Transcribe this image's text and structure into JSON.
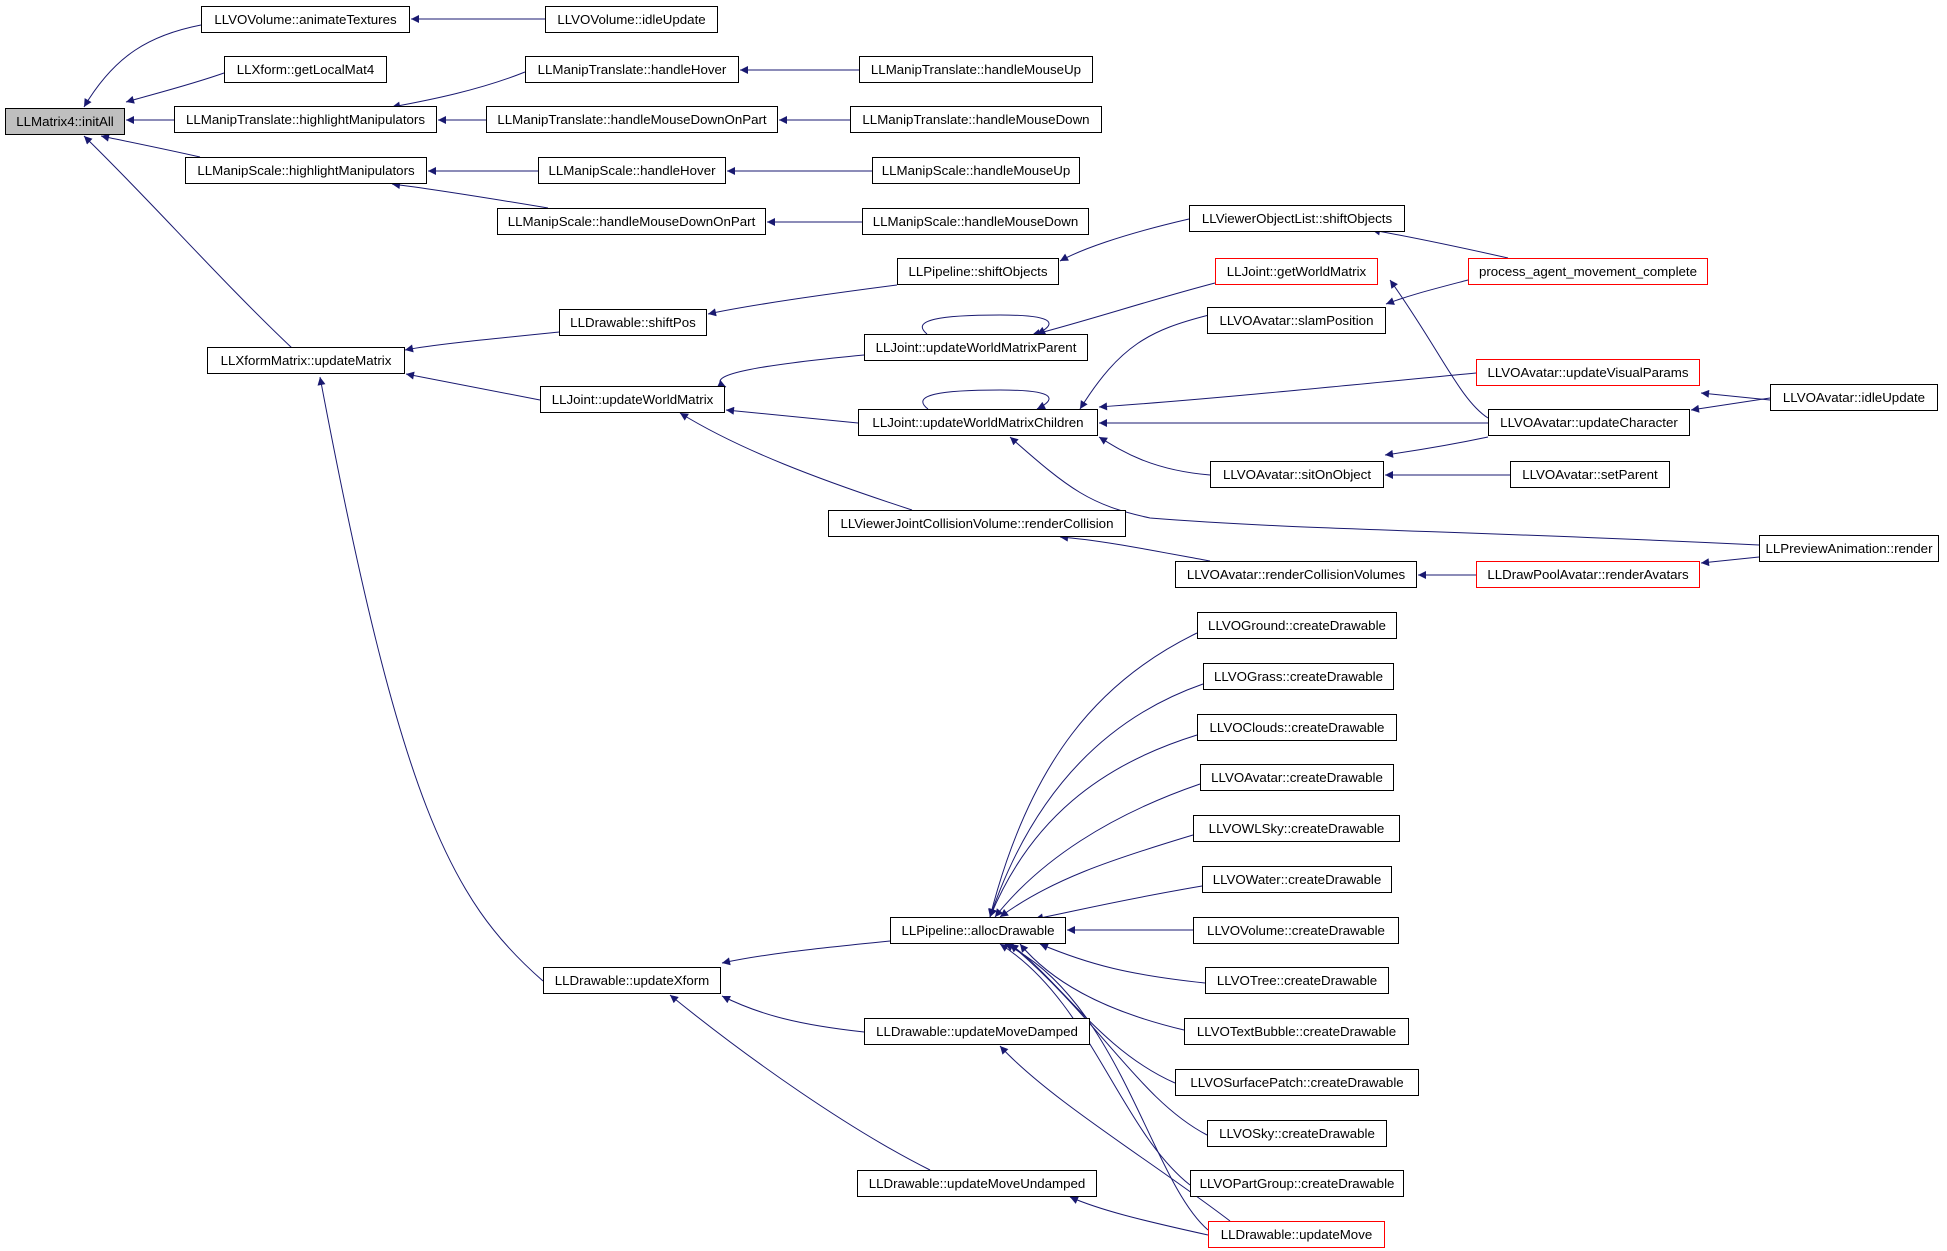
{
  "colors": {
    "edge": "#191970",
    "node_border": "#000000",
    "node_border_incomplete": "#ff0000",
    "root_fill": "#bfbfbf",
    "background": "#ffffff"
  },
  "nodes": {
    "initAll": "LLMatrix4::initAll",
    "animateTextures": "LLVOVolume::animateTextures",
    "vovolumeIdleUpdate": "LLVOVolume::idleUpdate",
    "getLocalMat4": "LLXform::getLocalMat4",
    "mtHandleHover": "LLManipTranslate::handleHover",
    "mtHandleMouseUp": "LLManipTranslate::handleMouseUp",
    "mtHighlight": "LLManipTranslate::highlightManipulators",
    "mtMouseDownOnPart": "LLManipTranslate::handleMouseDownOnPart",
    "mtHandleMouseDown": "LLManipTranslate::handleMouseDown",
    "msHighlight": "LLManipScale::highlightManipulators",
    "msHandleHover": "LLManipScale::handleHover",
    "msHandleMouseUp": "LLManipScale::handleMouseUp",
    "msMouseDownOnPart": "LLManipScale::handleMouseDownOnPart",
    "msHandleMouseDown": "LLManipScale::handleMouseDown",
    "volShiftObjects": "LLViewerObjectList::shiftObjects",
    "pipeShiftObjects": "LLPipeline::shiftObjects",
    "processAgent": "process_agent_movement_complete",
    "getWorldMatrix": "LLJoint::getWorldMatrix",
    "drawableShiftPos": "LLDrawable::shiftPos",
    "slamPosition": "LLVOAvatar::slamPosition",
    "uwmParent": "LLJoint::updateWorldMatrixParent",
    "xformUpdateMatrix": "LLXformMatrix::updateMatrix",
    "updateVisualParams": "LLVOAvatar::updateVisualParams",
    "avatarIdleUpdate": "LLVOAvatar::idleUpdate",
    "jointUpdateWorldMatrix": "LLJoint::updateWorldMatrix",
    "uwmChildren": "LLJoint::updateWorldMatrixChildren",
    "updateCharacter": "LLVOAvatar::updateCharacter",
    "sitOnObject": "LLVOAvatar::sitOnObject",
    "setParent": "LLVOAvatar::setParent",
    "renderCollision": "LLViewerJointCollisionVolume::renderCollision",
    "previewRender": "LLPreviewAnimation::render",
    "renderCollisionVolumes": "LLVOAvatar::renderCollisionVolumes",
    "renderAvatars": "LLDrawPoolAvatar::renderAvatars",
    "groundCreate": "LLVOGround::createDrawable",
    "grassCreate": "LLVOGrass::createDrawable",
    "cloudsCreate": "LLVOClouds::createDrawable",
    "avatarCreate": "LLVOAvatar::createDrawable",
    "wlskyCreate": "LLVOWLSky::createDrawable",
    "waterCreate": "LLVOWater::createDrawable",
    "allocDrawable": "LLPipeline::allocDrawable",
    "volumeCreate": "LLVOVolume::createDrawable",
    "updateXform": "LLDrawable::updateXform",
    "treeCreate": "LLVOTree::createDrawable",
    "updateMoveDamped": "LLDrawable::updateMoveDamped",
    "textBubbleCreate": "LLVOTextBubble::createDrawable",
    "surfacePatchCreate": "LLVOSurfacePatch::createDrawable",
    "skyCreate": "LLVOSky::createDrawable",
    "updateMoveUndamped": "LLDrawable::updateMoveUndamped",
    "partGroupCreate": "LLVOPartGroup::createDrawable",
    "updateMove": "LLDrawable::updateMove"
  }
}
